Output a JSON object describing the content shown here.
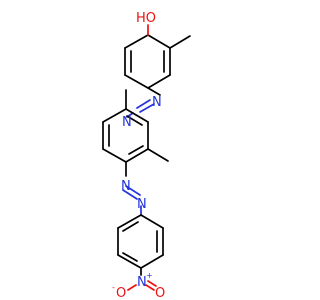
{
  "atoms": {
    "hydroxyl_label": "HO",
    "azo_n1_label": "N",
    "azo_n2_label": "N",
    "azo_n3_label": "N",
    "azo_n4_label": "N",
    "nitro_n_label": "N",
    "nitro_n_charge": "+",
    "nitro_o1_label": "O",
    "nitro_o1_charge": "-",
    "nitro_o2_label": "O"
  },
  "colors": {
    "carbon": "#000000",
    "nitrogen": "#2233dd",
    "oxygen": "#ee1111"
  }
}
